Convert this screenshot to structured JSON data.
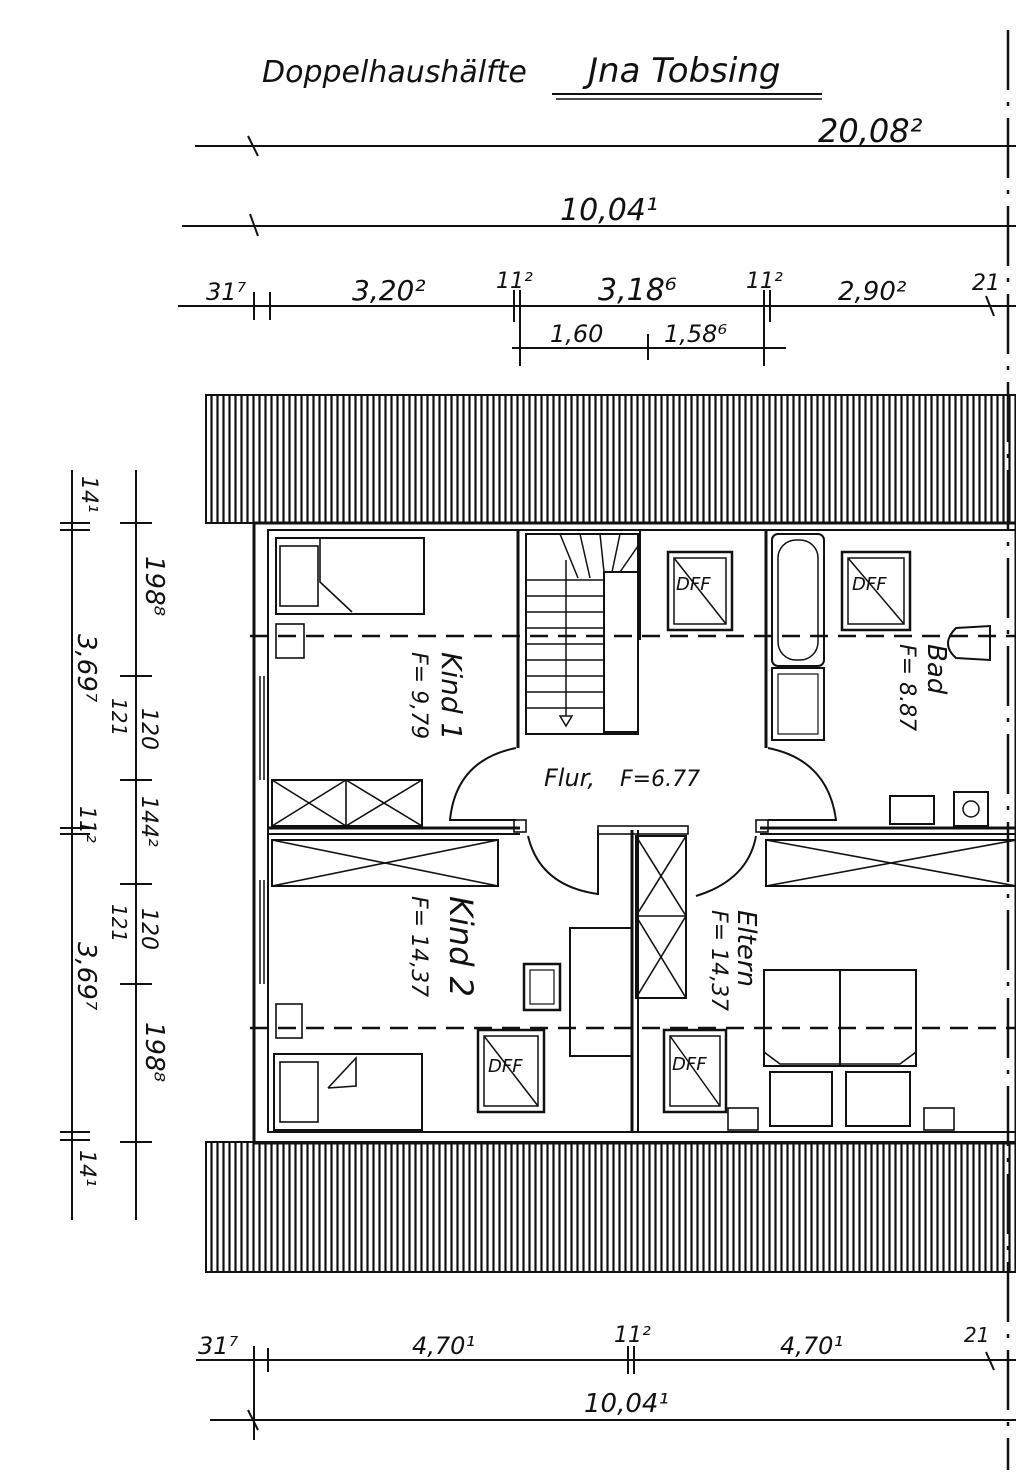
{
  "title": {
    "prefix": "Doppelhaushälfte",
    "name": "Jna  Tobsing"
  },
  "dimensions_top": {
    "overall_double": "20,08²",
    "overall": "10,04¹",
    "segments": [
      "31⁷",
      "3,20²",
      "11²",
      "3,18⁶",
      "11²",
      "2,90²",
      "21"
    ],
    "sub_segments": [
      "1,60",
      "1,58⁶"
    ]
  },
  "dimensions_bottom": {
    "segments": [
      "31⁷",
      "4,70¹",
      "11²",
      "4,70¹",
      "21"
    ],
    "overall": "10,04¹"
  },
  "dimensions_left": {
    "outer": [
      "14¹",
      "3,69⁷",
      "11²",
      "3,69⁷",
      "14¹"
    ],
    "inner": [
      "198⁸",
      "120",
      "144²",
      "120",
      "198⁸"
    ],
    "windows": [
      "121",
      "121"
    ]
  },
  "rooms": {
    "kind1": {
      "name": "Kind 1",
      "area": "F= 9,79"
    },
    "kind2": {
      "name": "Kind 2",
      "area": "F= 14,37"
    },
    "bad": {
      "name": "Bad",
      "area": "F= 8.87"
    },
    "flur": {
      "name": "Flur,",
      "area": "F=6.77"
    },
    "eltern": {
      "name": "Eltern",
      "area": "F= 14,37"
    }
  },
  "skylight_label": "DFF"
}
